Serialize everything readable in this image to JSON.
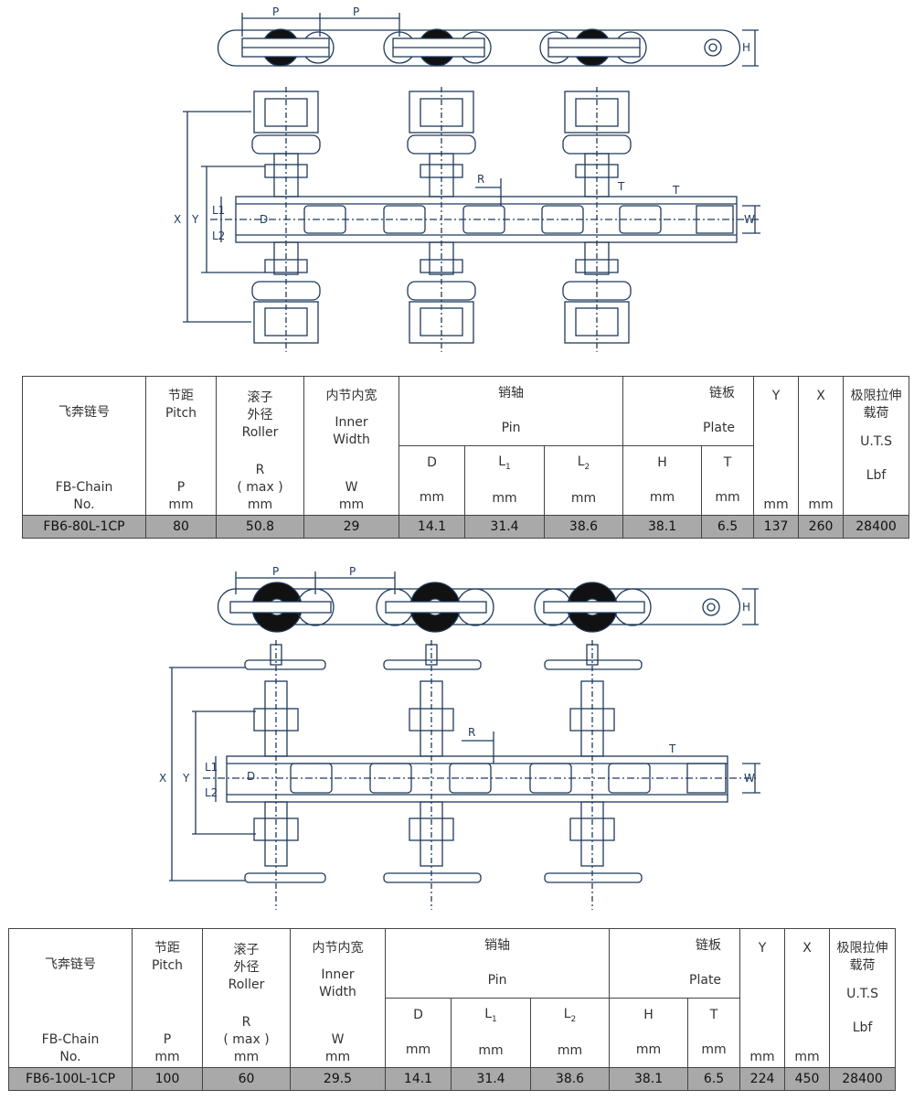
{
  "drawing_labels": {
    "pitch": "P",
    "height": "H",
    "roller": "R",
    "thickness": "T",
    "width": "W",
    "pin_dia": "D",
    "l1": "L1",
    "l2": "L2",
    "x": "X",
    "y": "Y"
  },
  "header": {
    "model_cn": "飞奔链号",
    "model_en1": "FB-Chain",
    "model_en2": "No.",
    "pitch_cn": "节距",
    "pitch_en": "Pitch",
    "pitch_sym": "P",
    "roller_cn1": "滚子",
    "roller_cn2": "外径",
    "roller_en": "Roller",
    "roller_sym": "R",
    "roller_max": "( max )",
    "width_cn": "内节内宽",
    "width_en1": "Inner",
    "width_en2": "Width",
    "width_sym": "W",
    "pin_cn": "销轴",
    "pin_en": "Pin",
    "plate_cn": "链板",
    "plate_en": "Plate",
    "d_sym": "D",
    "l_sym": "L",
    "l1_sub": "1",
    "l2_sub": "2",
    "h_sym": "H",
    "t_sym": "T",
    "y_sym": "Y",
    "x_sym": "X",
    "uts_cn1": "极限拉伸",
    "uts_cn2": "载荷",
    "uts_en": "U.T.S",
    "uts_unit": "Lbf",
    "unit_mm": "mm"
  },
  "tables": [
    {
      "model": "FB6-80L-1CP",
      "pitch": "80",
      "roller": "50.8",
      "width": "29",
      "d": "14.1",
      "l1": "31.4",
      "l2": "38.6",
      "h": "38.1",
      "t": "6.5",
      "y": "137",
      "x": "260",
      "uts": "28400"
    },
    {
      "model": "FB6-100L-1CP",
      "pitch": "100",
      "roller": "60",
      "width": "29.5",
      "d": "14.1",
      "l1": "31.4",
      "l2": "38.6",
      "h": "38.1",
      "t": "6.5",
      "y": "224",
      "x": "450",
      "uts": "28400"
    }
  ],
  "colors": {
    "line": "#1f3a5a",
    "table_border": "#444444",
    "data_row_bg": "#a9a9a9"
  }
}
